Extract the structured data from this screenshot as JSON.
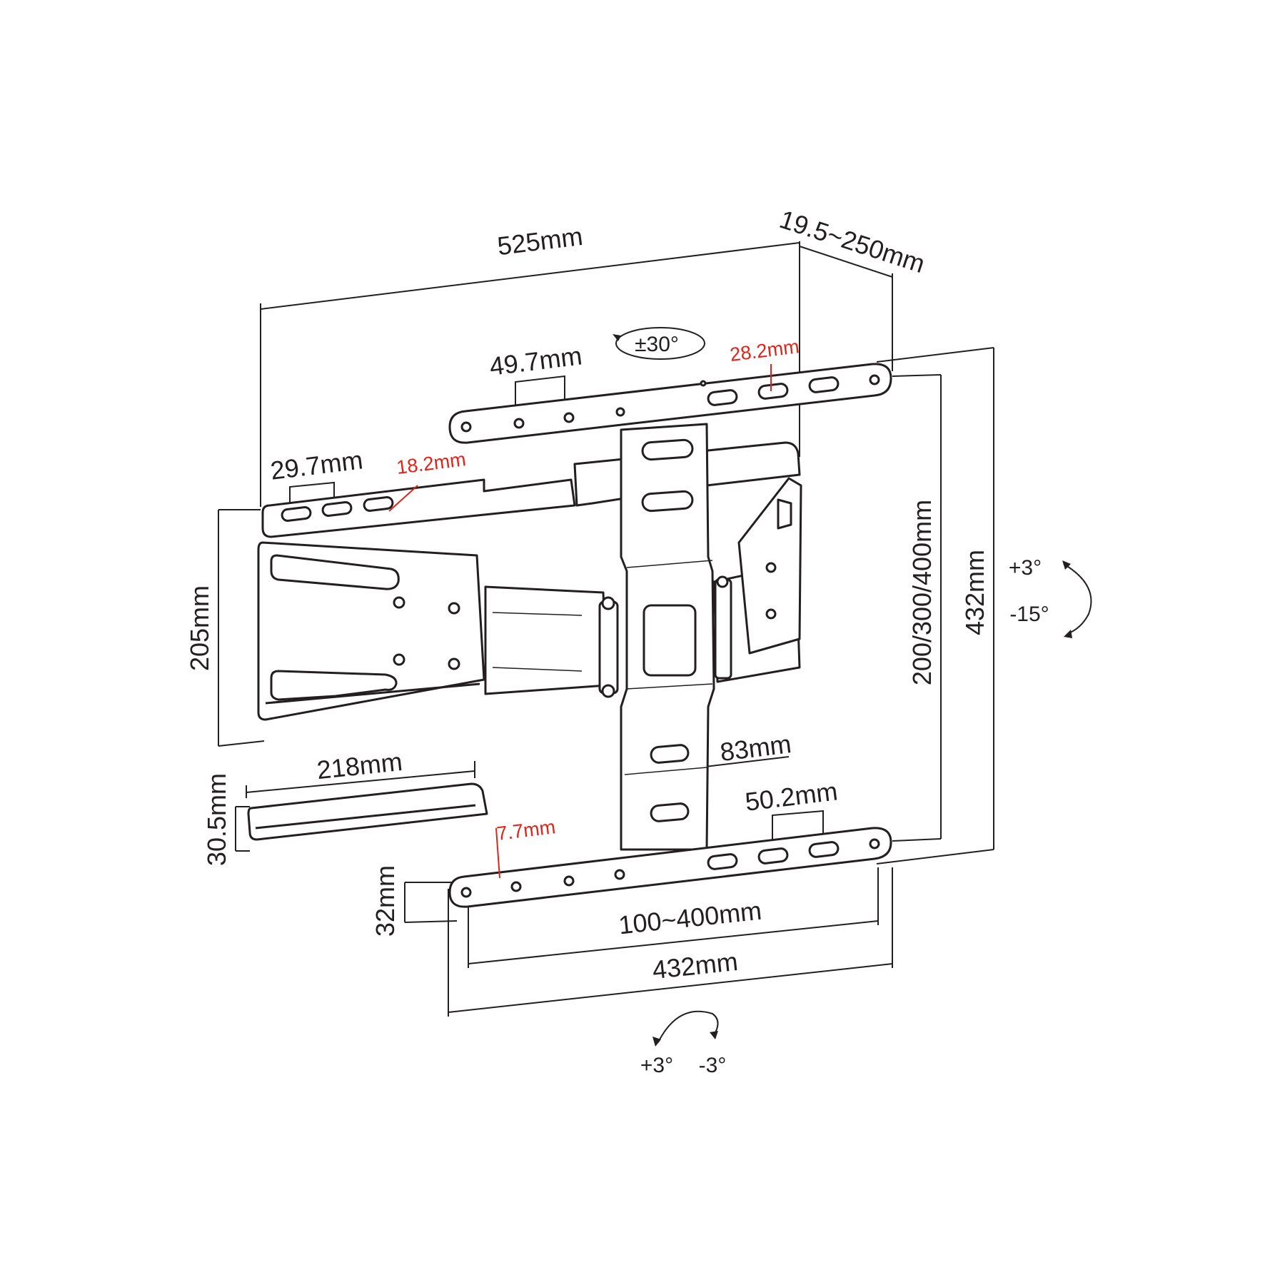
{
  "colors": {
    "line": "#231f20",
    "accent": "#e2231a",
    "background": "#ffffff"
  },
  "dimensions": {
    "total_depth_width": "525mm",
    "extension": "19.5~250mm",
    "height_overall": "432mm",
    "vesa_vertical": "200/300/400mm",
    "arm_height": "205mm",
    "wall_plate_width": "83mm",
    "spacer_length": "218mm",
    "spacer_height": "30.5mm",
    "rail_height": "32mm",
    "vesa_horizontal": "100~400mm",
    "rail_length": "432mm",
    "hole_spacing_top": "49.7mm",
    "hole_spacing_arm": "29.7mm",
    "hole_spacing_bottom": "50.2mm"
  },
  "hole_diameters": {
    "top": "28.2mm",
    "arm": "18.2mm",
    "bottom": "7.7mm"
  },
  "angles": {
    "swivel": "±30°",
    "tilt_up": "+3°",
    "tilt_down": "-15°",
    "level_plus": "+3°",
    "level_minus": "-3°"
  }
}
